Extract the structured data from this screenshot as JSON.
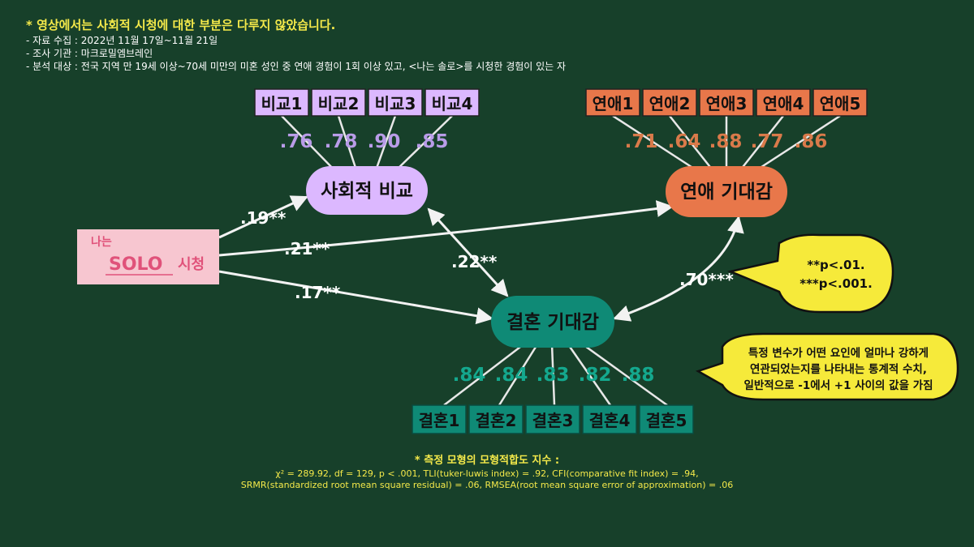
{
  "notes": {
    "title": "* 영상에서는 사회적 시청에 대한 부분은 다루지 않았습니다.",
    "lines": [
      "- 자료 수집 : 2022년 11월 17일~11월 21일",
      "- 조사 기관 : 마크로밀엠브레인",
      "- 분석 대상 : 전국 지역 만 19세 이상~70세 미만의 미혼 성인 중 연애 경험이 1회 이상 있고, <나는 솔로>를 시청한 경험이 있는 자"
    ]
  },
  "colors": {
    "background": "#17402a",
    "comparison": "#dcb8ff",
    "dating": "#e8774a",
    "marriage": "#0f8a76",
    "source": "#f7c6d0",
    "bubble": "#f6ea3a",
    "fit_text": "#f4e94a"
  },
  "source": {
    "prefix": "나는",
    "brand": "SOLO",
    "suffix": "시청"
  },
  "latent": {
    "social_comparison": "사회적 비교",
    "dating_expectation": "연애 기대감",
    "marriage_expectation": "결혼 기대감"
  },
  "indicators": {
    "comparison": [
      {
        "label": "비교1",
        "loading": ".76"
      },
      {
        "label": "비교2",
        "loading": ".78"
      },
      {
        "label": "비교3",
        "loading": ".90"
      },
      {
        "label": "비교4",
        "loading": ".85"
      }
    ],
    "dating": [
      {
        "label": "연애1",
        "loading": ".71"
      },
      {
        "label": "연애2",
        "loading": ".64"
      },
      {
        "label": "연애3",
        "loading": ".88"
      },
      {
        "label": "연애4",
        "loading": ".77"
      },
      {
        "label": "연애5",
        "loading": ".86"
      }
    ],
    "marriage": [
      {
        "label": "결혼1",
        "loading": ".84"
      },
      {
        "label": "결혼2",
        "loading": ".84"
      },
      {
        "label": "결혼3",
        "loading": ".83"
      },
      {
        "label": "결혼4",
        "loading": ".82"
      },
      {
        "label": "결혼5",
        "loading": ".88"
      }
    ]
  },
  "paths": {
    "solo_to_comparison": ".19**",
    "solo_to_dating": ".21**",
    "solo_to_marriage": ".17**",
    "comparison_marriage": ".22**",
    "dating_marriage": ".70***"
  },
  "bubbles": {
    "significance": [
      "**p<.01.",
      "***p<.001."
    ],
    "explanation": [
      "특정 변수가 어떤 요인에 얼마나 강하게",
      "연관되었는지를 나타내는 통계적 수치,",
      "일반적으로 -1에서 +1 사이의 값을 가짐"
    ]
  },
  "fit": {
    "title": "* 측정 모형의 모형적합도 지수 :",
    "line1": "χ² = 289.92, df = 129, p < .001, TLI(tuker-luwis index) = .92, CFI(comparative fit index) = .94,",
    "line2": "SRMR(standardized root mean square residual) = .06, RMSEA(root mean square error of approximation) = .06"
  }
}
